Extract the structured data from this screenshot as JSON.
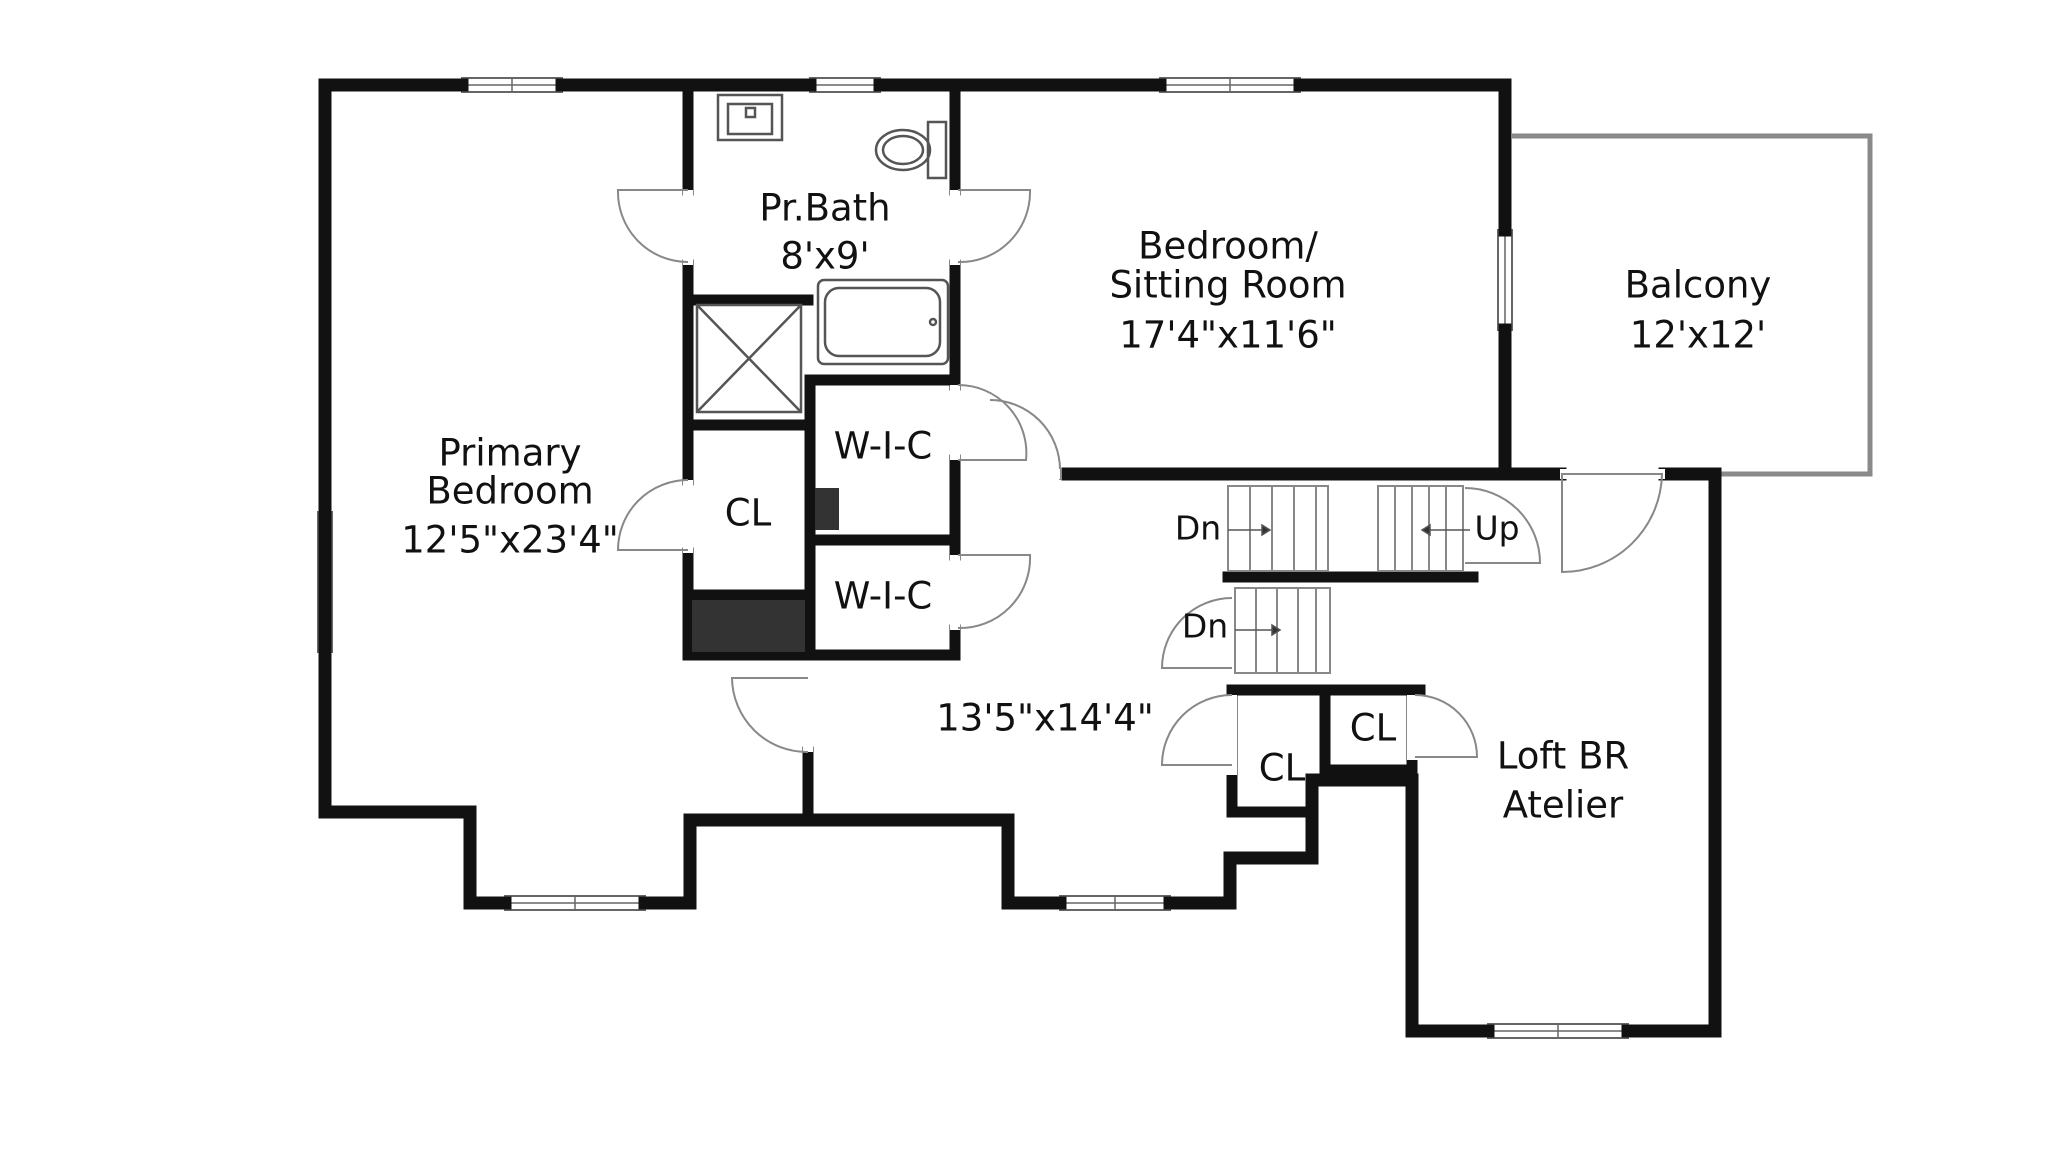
{
  "colors": {
    "wall": "#111111",
    "balcony_rail": "#8a8a8a",
    "fixture": "#555555",
    "closet_fill": "#333333",
    "background": "#ffffff"
  },
  "rooms": {
    "primary_bedroom": {
      "name_line1": "Primary",
      "name_line2": "Bedroom",
      "size": "12'5\"x23'4\""
    },
    "primary_bath": {
      "name": "Pr.Bath",
      "size": "8'x9'"
    },
    "bedroom_sitting": {
      "name_line1": "Bedroom/",
      "name_line2": "Sitting Room",
      "size": "17'4\"x11'6\""
    },
    "balcony": {
      "name": "Balcony",
      "size": "12'x12'"
    },
    "walk_in_closet_upper": {
      "name": "W-I-C"
    },
    "walk_in_closet_lower": {
      "name": "W-I-C"
    },
    "closet_primary": {
      "name": "CL"
    },
    "hall": {
      "size": "13'5\"x14'4\""
    },
    "closet_hall": {
      "name": "CL"
    },
    "closet_loft": {
      "name": "CL"
    },
    "loft_br": {
      "name_line1": "Loft BR",
      "name_line2": "Atelier"
    }
  },
  "stairs": {
    "down_upper": "Dn",
    "up": "Up",
    "down_lower": "Dn"
  }
}
